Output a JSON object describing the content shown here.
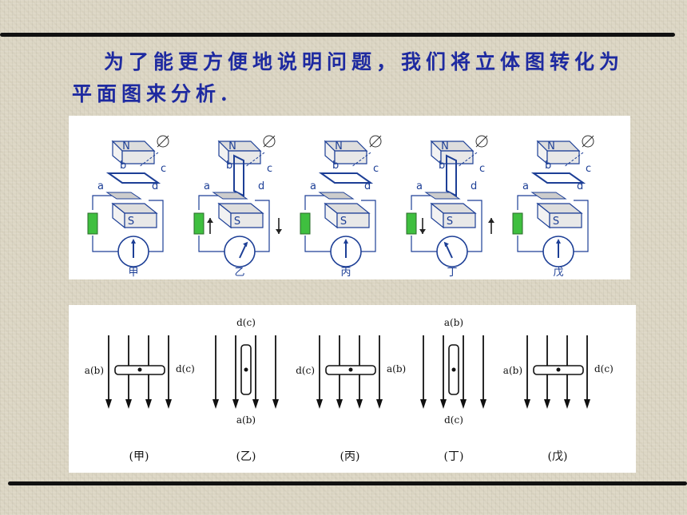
{
  "caption": "为了能更方便地说明问题，我们将立体图转化为平面图来分析.",
  "perspective_panel": {
    "north_label": "N",
    "south_label": "S",
    "corner_labels": [
      "a",
      "b",
      "c",
      "d"
    ],
    "frames": [
      {
        "caption": "甲",
        "needle": "up",
        "arrows": []
      },
      {
        "caption": "乙",
        "needle": "right",
        "arrows": [
          "up",
          "down"
        ]
      },
      {
        "caption": "丙",
        "needle": "up",
        "arrows": []
      },
      {
        "caption": "丁",
        "needle": "left",
        "arrows": [
          "down",
          "up"
        ]
      },
      {
        "caption": "戊",
        "needle": "up",
        "arrows": []
      }
    ]
  },
  "plan_panel": {
    "frames": [
      {
        "caption": "(甲)",
        "orientation": "horizontal",
        "left_label": "a(b)",
        "right_label": "d(c)"
      },
      {
        "caption": "(乙)",
        "orientation": "vertical",
        "top_label": "d(c)",
        "bottom_label": "a(b)"
      },
      {
        "caption": "(丙)",
        "orientation": "horizontal",
        "left_label": "d(c)",
        "right_label": "a(b)"
      },
      {
        "caption": "(丁)",
        "orientation": "vertical",
        "top_label": "a(b)",
        "bottom_label": "d(c)"
      },
      {
        "caption": "(戊)",
        "orientation": "horizontal",
        "left_label": "a(b)",
        "right_label": "d(c)"
      }
    ]
  },
  "colors": {
    "caption_text": "#1e2aa0",
    "diagram_blue": "#1d3f96",
    "resistor_green": "#3fbf3f",
    "rule": "#111111"
  }
}
